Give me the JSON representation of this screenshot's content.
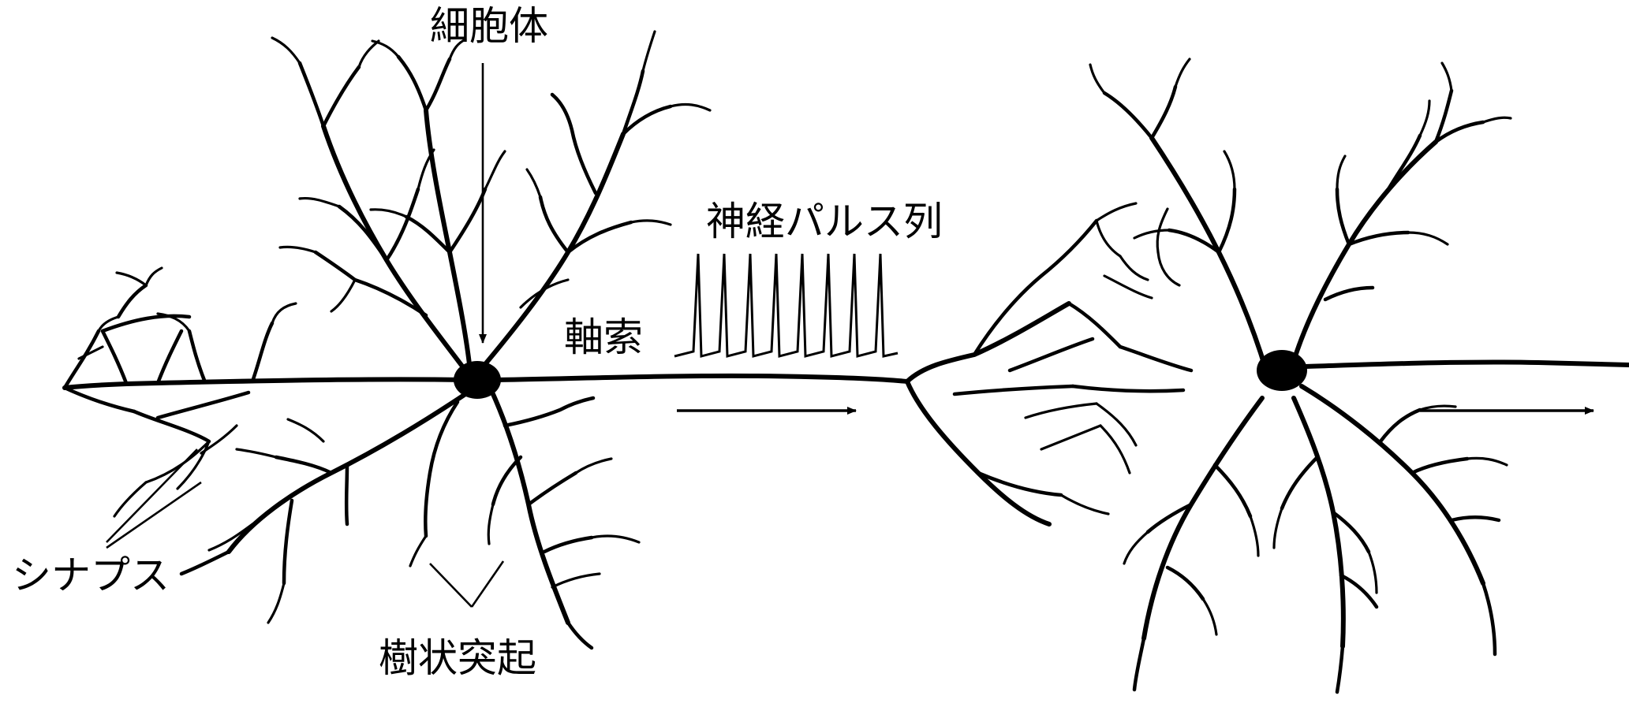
{
  "labels": {
    "soma": "細胞体",
    "pulse_train": "神経パルス列",
    "axon": "軸索",
    "synapse": "シナプス",
    "dendrite": "樹状突起"
  },
  "pulse_train": {
    "spike_count": 8
  },
  "colors": {
    "ink": "#000000",
    "background": "#ffffff"
  }
}
